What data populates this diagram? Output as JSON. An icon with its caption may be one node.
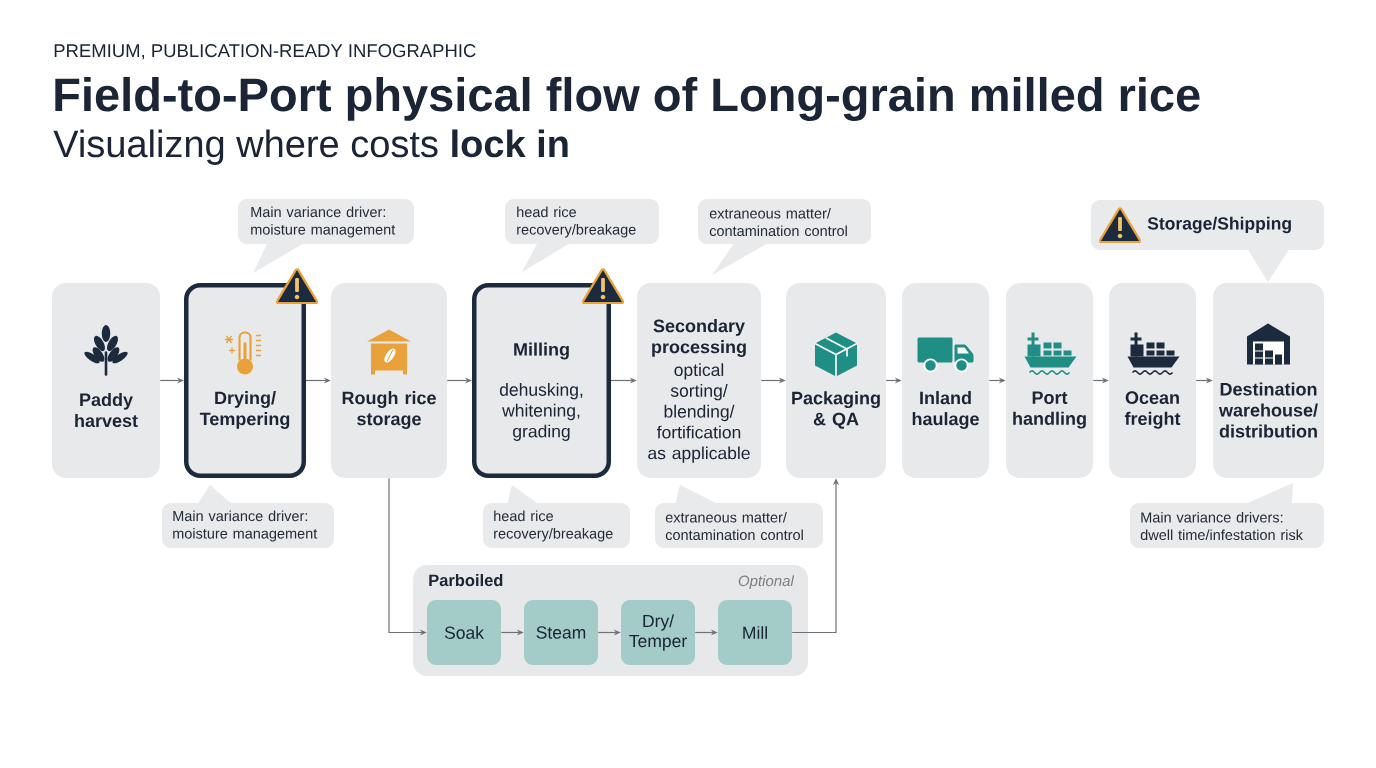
{
  "diagram": {
    "title": "Field-to-Port physical flow of Long-grain milled rice",
    "nodes": [
      {
        "text": [
          "Main variance driver: moisture management"
        ]
      },
      {
        "text": [
          "head rice recovery/breakage"
        ]
      },
      {
        "text": [
          "extraneous matter/ contamination control"
        ]
      },
      {
        "text": [
          "Storage/Shipping"
        ]
      },
      {
        "text": [
          "Paddy harvest"
        ]
      },
      {
        "text": [
          "Drying/ Tempering"
        ]
      },
      {
        "text": [
          "Rough rice storage"
        ]
      },
      {
        "text": [
          "Milling",
          "dehusking, whitening, grading"
        ]
      },
      {
        "text": [
          "Secondary processing",
          "optical sorting/ blending/ fortification as applicable"
        ]
      },
      {
        "text": [
          "Packaging & QA"
        ]
      },
      {
        "text": [
          "Inland haulage"
        ]
      },
      {
        "text": [
          "Port handling"
        ]
      },
      {
        "text": [
          "Ocean freight"
        ]
      },
      {
        "text": [
          "Destination warehouse/ distribution"
        ]
      },
      {
        "text": [
          "Main variance driver: moisture management"
        ]
      },
      {
        "text": [
          "head rice recovery/breakage"
        ]
      },
      {
        "text": [
          "extraneous matter/ contamination control"
        ]
      },
      {
        "text": [
          "Main variance drivers: dwell time/infestation risk"
        ]
      },
      {
        "text": [
          "Parboiled",
          "Optional"
        ]
      },
      {
        "text": [
          "Soak"
        ],
        "in": 18
      },
      {
        "text": [
          "Steam"
        ],
        "in": 18
      },
      {
        "text": [
          "Dry/ Temper"
        ],
        "in": 18
      },
      {
        "text": [
          "Mill"
        ],
        "in": 18
      }
    ],
    "edges": [
      {
        "from": 4,
        "to": 5,
        "arrow": "to"
      },
      {
        "from": 5,
        "to": 6,
        "arrow": "to"
      },
      {
        "from": 6,
        "to": 7,
        "arrow": "to"
      },
      {
        "from": 7,
        "to": 8,
        "arrow": "to"
      },
      {
        "from": 8,
        "to": 9,
        "arrow": "to"
      },
      {
        "from": 9,
        "to": 10,
        "arrow": "to"
      },
      {
        "from": 10,
        "to": 11,
        "arrow": "to"
      },
      {
        "from": 11,
        "to": 12,
        "arrow": "to"
      },
      {
        "from": 12,
        "to": 13,
        "arrow": "to"
      },
      {
        "from": 6,
        "to": 19,
        "arrow": "to"
      },
      {
        "from": 19,
        "to": 20,
        "arrow": "to"
      },
      {
        "from": 20,
        "to": 21,
        "arrow": "to"
      },
      {
        "from": 21,
        "to": 22,
        "arrow": "to"
      },
      {
        "from": 22,
        "to": 9,
        "arrow": "to"
      }
    ],
    "labels": [
      "PREMIUM, PUBLICATION-READY INFOGRAPHIC",
      "Visualizng where costs **lock in**"
    ]
  }
}
